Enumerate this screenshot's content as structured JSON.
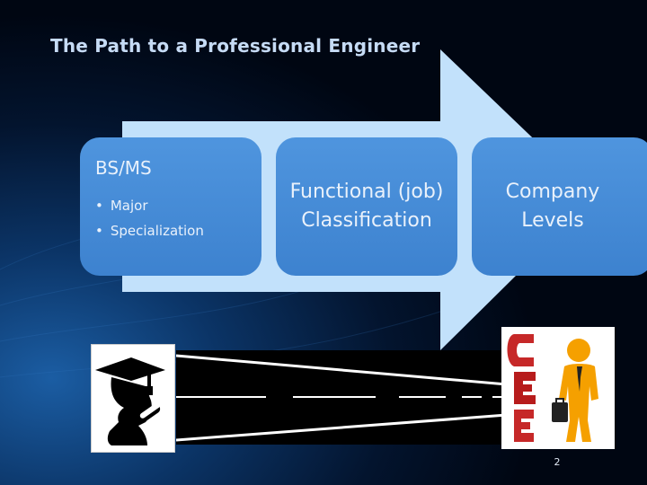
{
  "slide": {
    "title": "The Path to a Professional Engineer",
    "number": "2"
  },
  "steps": [
    {
      "heading": "BS/MS",
      "bullets": [
        "Major",
        "Specialization"
      ]
    },
    {
      "text": "Functional (job) Classification"
    },
    {
      "text": "Company Levels"
    }
  ],
  "images": {
    "graduate": "graduate-silhouette-icon",
    "road": "road-icon",
    "ceo": "ceo-figure-icon"
  },
  "colors": {
    "arrow": "#c2e1fb",
    "box": "#4a90dc",
    "title": "#c6dbf5"
  }
}
